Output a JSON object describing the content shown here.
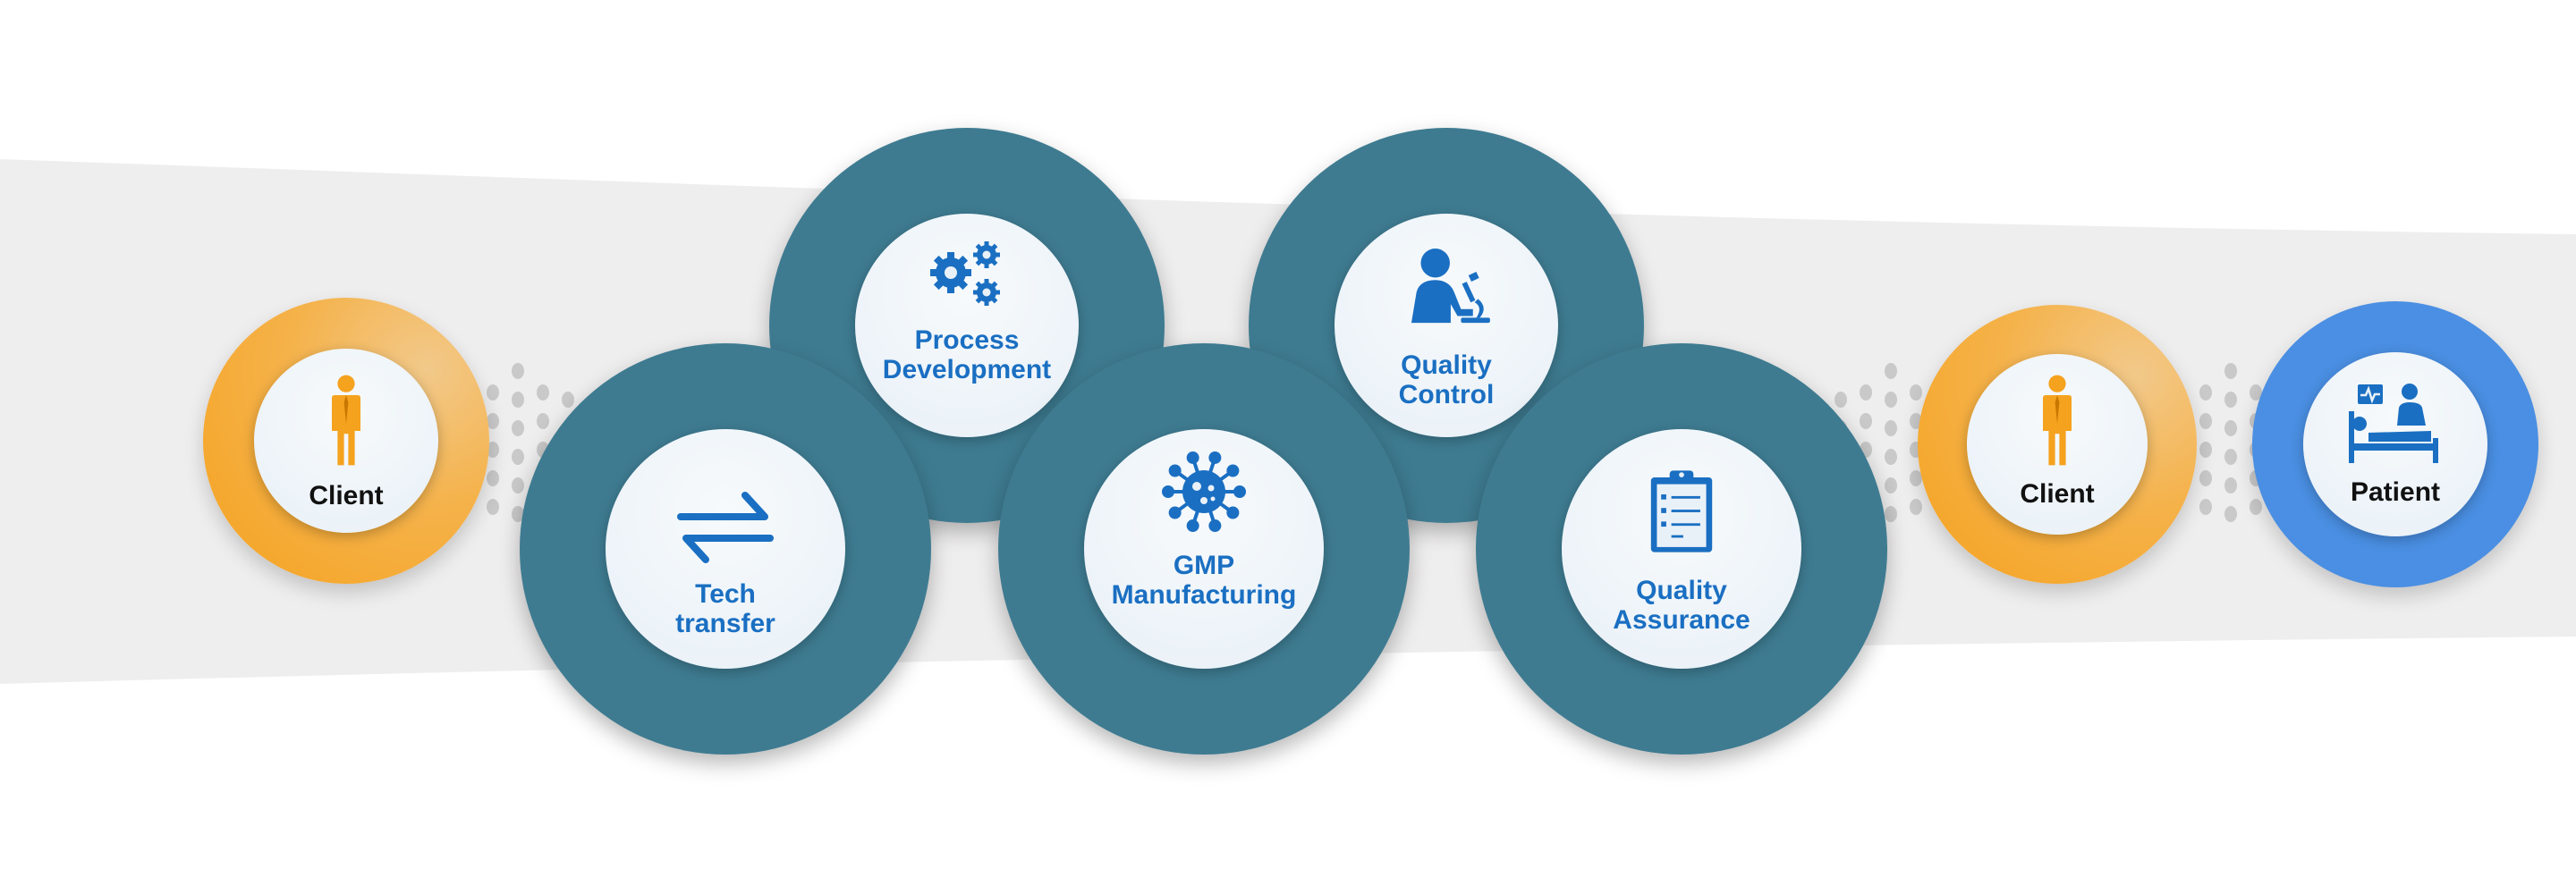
{
  "colors": {
    "teal": "#3e7b91",
    "orange": "#f5a21e",
    "blue_ring": "#4a8fe3",
    "label_blue": "#1a6fc2",
    "label_dark": "#111111",
    "band": "#efeeee",
    "dots": "#c9c9c9"
  },
  "nodes": {
    "client_left": {
      "label": "Client",
      "icon": "person-icon"
    },
    "tech_transfer": {
      "line1": "Tech",
      "line2": "transfer",
      "icon": "transfer-arrows-icon"
    },
    "process_development": {
      "line1": "Process",
      "line2": "Development",
      "icon": "gears-icon"
    },
    "gmp_manufacturing": {
      "line1": "GMP",
      "line2": "Manufacturing",
      "icon": "virus-icon"
    },
    "quality_control": {
      "line1": "Quality",
      "line2": "Control",
      "icon": "scientist-microscope-icon"
    },
    "quality_assurance": {
      "line1": "Quality",
      "line2": "Assurance",
      "icon": "clipboard-icon"
    },
    "client_right": {
      "label": "Client",
      "icon": "person-icon"
    },
    "patient": {
      "label": "Patient",
      "icon": "patient-bed-icon"
    }
  }
}
